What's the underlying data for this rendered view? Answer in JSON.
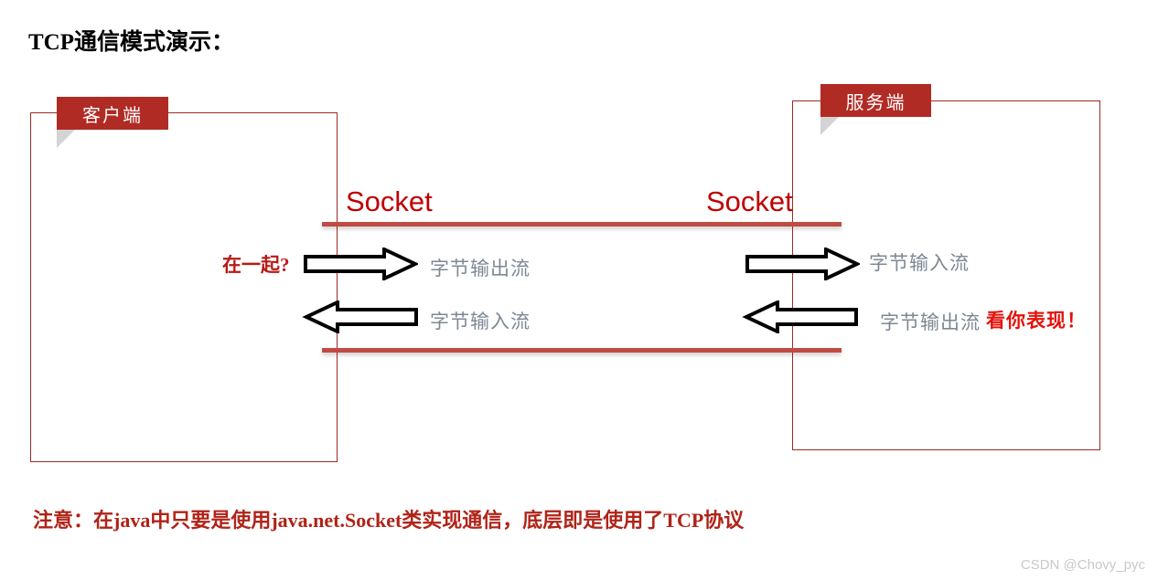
{
  "page": {
    "title": "TCP通信模式演示：",
    "background_color": "#ffffff"
  },
  "colors": {
    "plate_red": "#b02b24",
    "box_outline_red": "#9c2b26",
    "rail_red": "#bf4b42",
    "socket_red": "#c00000",
    "annotation_red": "#b81a16",
    "highlight_red": "#e3120b",
    "note_red": "#b02318",
    "stream_gray": "#7e8894",
    "tail_gray": "#d4d4d4",
    "arrow_outline": "#000000",
    "watermark_gray": "#c9c9c9"
  },
  "diagram": {
    "client": {
      "label": "客户端",
      "socket_label": "Socket",
      "streams": [
        {
          "name": "output-stream",
          "label": "字节输出流",
          "direction": "right"
        },
        {
          "name": "input-stream",
          "label": "字节输入流",
          "direction": "left"
        }
      ],
      "annotation": "在一起?"
    },
    "server": {
      "label": "服务端",
      "socket_label": "Socket",
      "streams": [
        {
          "name": "input-stream",
          "label": "字节输入流",
          "direction": "right"
        },
        {
          "name": "output-stream",
          "label": "字节输出流",
          "direction": "left"
        }
      ],
      "annotation": "看你表现！"
    }
  },
  "note": "注意：在java中只要是使用java.net.Socket类实现通信，底层即是使用了TCP协议",
  "watermark": "CSDN @Chovy_pyc"
}
